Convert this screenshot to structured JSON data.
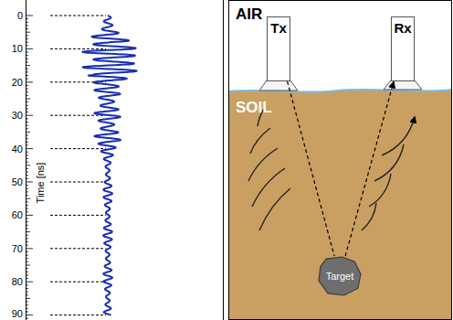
{
  "diagram": {
    "nodes": [
      {
        "text": [
          "Tx"
        ]
      },
      {
        "text": [
          "Rx"
        ]
      },
      {
        "text": [
          "Target"
        ]
      }
    ],
    "edges": [
      {
        "from": 0,
        "to": 2,
        "arrow": "none"
      },
      {
        "from": 2,
        "to": 1,
        "arrow": "to"
      }
    ],
    "labels": [
      "0",
      "10",
      "20",
      "30",
      "40",
      "50",
      "60",
      "70",
      "80",
      "90",
      "Time [ns]",
      "AIR",
      "SOIL"
    ]
  }
}
